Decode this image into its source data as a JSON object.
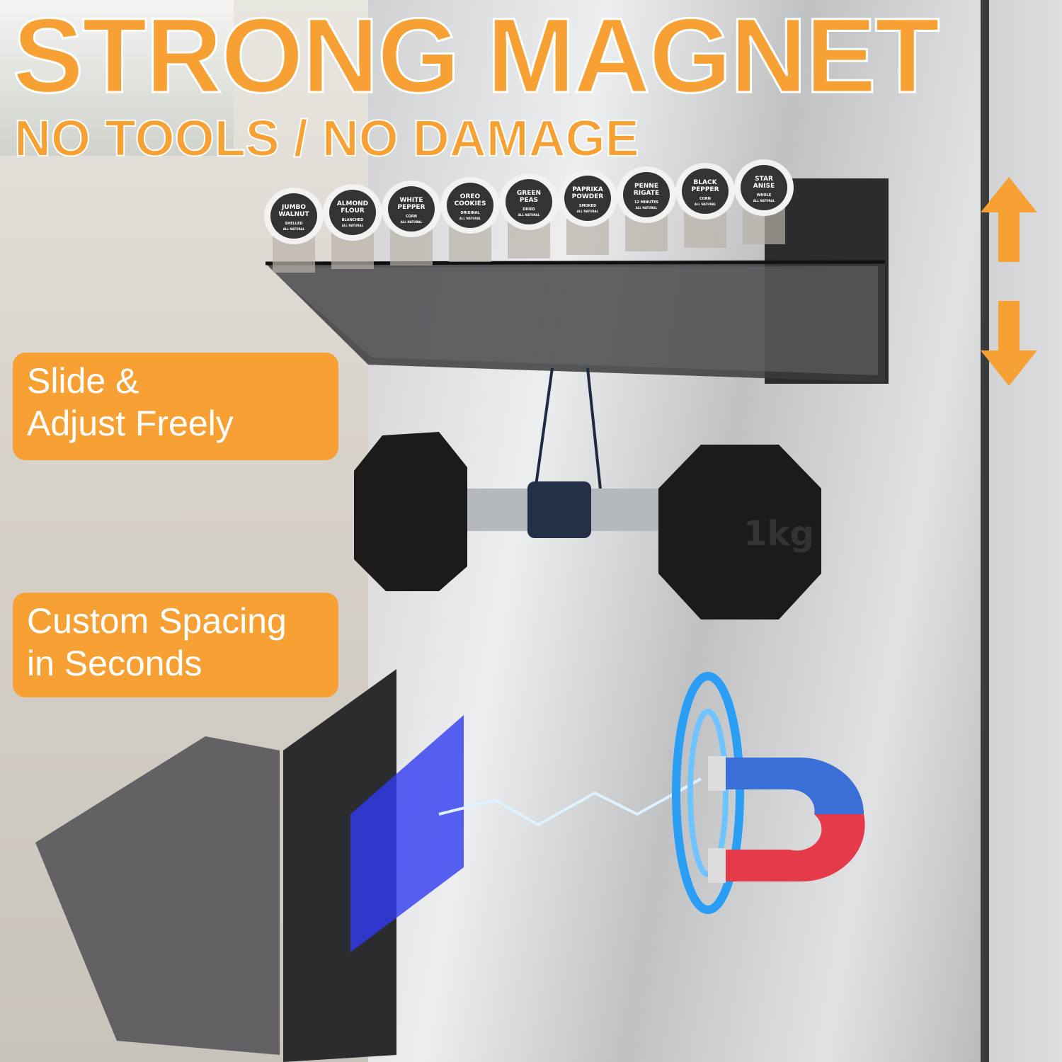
{
  "headline": "STRONG MAGNET",
  "subheadline": "NO TOOLS / NO DAMAGE",
  "features": [
    {
      "line1": "Slide &",
      "line2": "Adjust Freely"
    },
    {
      "line1": "Custom Spacing",
      "line2": "in Seconds"
    }
  ],
  "jars": [
    {
      "name1": "JUMBO",
      "name2": "WALNUT",
      "sub": "SHELLED"
    },
    {
      "name1": "ALMOND",
      "name2": "FLOUR",
      "sub": "BLANCHED"
    },
    {
      "name1": "WHITE",
      "name2": "PEPPER",
      "sub": "CORN"
    },
    {
      "name1": "OREO",
      "name2": "COOKIES",
      "sub": "ORIGINAL"
    },
    {
      "name1": "GREEN",
      "name2": "PEAS",
      "sub": "DRIED"
    },
    {
      "name1": "PAPRIKA",
      "name2": "POWDER",
      "sub": "SMOKED"
    },
    {
      "name1": "PENNE",
      "name2": "RIGATE",
      "sub": "12 MINUTES"
    },
    {
      "name1": "BLACK",
      "name2": "PEPPER",
      "sub": "CORN"
    },
    {
      "name1": "STAR",
      "name2": "ANISE",
      "sub": "WHOLE"
    }
  ],
  "jar_footer": "ALL NATURAL",
  "dumbbell_label": "1kg",
  "colors": {
    "accent": "#f7a135",
    "magnet_red": "#e43a4a",
    "magnet_blue": "#3a6fd8",
    "field_blue": "#2a9df4"
  }
}
